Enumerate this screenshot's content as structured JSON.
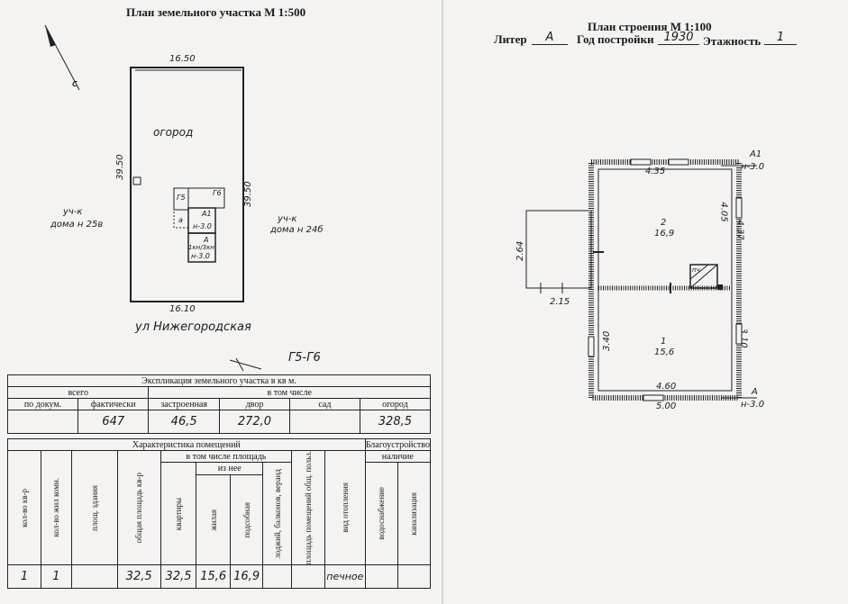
{
  "land_plan": {
    "title": "План земельного участка М 1:500",
    "dim_top": "16.50",
    "dim_left": "39.50",
    "dim_right": "39.50",
    "dim_bottom": "16.10",
    "garden_label": "огород",
    "neighbor_left_1": "уч-к",
    "neighbor_left_2": "дома н 25в",
    "neighbor_right_1": "уч-к",
    "neighbor_right_2": "дома н 24б",
    "street": "ул Нижегородская",
    "lit_g5": "Г5",
    "lit_g6": "Г6",
    "lit_a1": "А1",
    "lit_a1_h": "н-3.0",
    "lit_a_small": "а",
    "lit_a": "А",
    "lit_a_h": "н-3.0",
    "lit_a_kn": "1кн/3кн",
    "g_label": "Г5-Г6"
  },
  "building_plan": {
    "title": "План строения М 1:100",
    "liter_label": "Литер",
    "liter_value": "А",
    "year_label": "Год постройки",
    "year_value": "1930",
    "floors_label": "Этажность",
    "floors_value": "1",
    "corner_a1": "А1",
    "corner_a1_h": "н-3.0",
    "corner_a": "А",
    "corner_a_h": "н-3.0",
    "dim_435": "4.35",
    "dim_405": "4.05",
    "dim_437": "4.37",
    "dim_264": "2.64",
    "dim_215": "2.15",
    "dim_340": "3.40",
    "dim_310": "3.10",
    "dim_460": "4.60",
    "dim_500": "5.00",
    "room2_num": "2",
    "room2_area": "16,9",
    "room1_num": "1",
    "room1_area": "15,6",
    "stove": "пч"
  },
  "explication": {
    "title": "Экспликация земельного участка в кв м.",
    "col_total": "всего",
    "col_incl": "в том числе",
    "col_doc": "по докум.",
    "col_fact": "фактически",
    "col_built": "застроенная",
    "col_yard": "двор",
    "col_garden": "сад",
    "col_veg": "огород",
    "val_doc": "",
    "val_fact": "647",
    "val_built": "46,5",
    "val_yard": "272,0",
    "val_garden": "",
    "val_veg": "328,5"
  },
  "rooms": {
    "title": "Характеристика помещений",
    "amenities": "Благоустройство",
    "incl_area": "в том числе площадь",
    "of_them": "из нее",
    "presence": "наличие",
    "h_kv": "кол-во кв-р",
    "h_zh": "кол-во жил комн.",
    "h_pl": "площ. здания",
    "h_total": "общая площадь кв-р",
    "h_kvart": "квартиры",
    "h_zhil": "жилая",
    "h_pods": "подсобная",
    "h_lodg": "лоджий, балконов, веранд",
    "h_obsh": "площадь помещений общ. польз.",
    "h_heat": "вид отопления",
    "h_water": "водоснабжение",
    "h_sewer": "канализация",
    "v_kv": "1",
    "v_zh": "1",
    "v_pl": "",
    "v_total": "32,5",
    "v_kvart": "32,5",
    "v_zhil": "15,6",
    "v_pods": "16,9",
    "v_lodg": "",
    "v_obsh": "",
    "v_heat": "печное",
    "v_water": "",
    "v_sewer": ""
  }
}
